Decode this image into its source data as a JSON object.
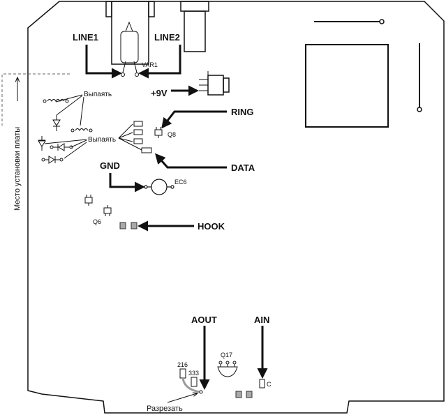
{
  "diagram": {
    "side_label": "Место установки платы",
    "connectors": {
      "line1": "LINE1",
      "line2": "LINE2",
      "var": "VAR1",
      "power": "+9V",
      "ring": "RING",
      "data": "DATA",
      "gnd": "GND",
      "hook": "HOOK",
      "aout": "AOUT",
      "ain": "AIN"
    },
    "components": {
      "q8": "Q8",
      "ec6": "EC6",
      "q6": "Q6",
      "q17": "Q17",
      "r216": "216",
      "r333": "333",
      "c": "C"
    },
    "notes": {
      "desolder_1": "Выпаять",
      "desolder_2": "Выпаять",
      "cut": "Разрезать"
    },
    "colors": {
      "board_outline": "#111111",
      "arrow": "#111111",
      "pad_fill": "#aaaaaa",
      "dashed_guide": "#666666",
      "cut_trace": "#9a9a9a"
    }
  }
}
